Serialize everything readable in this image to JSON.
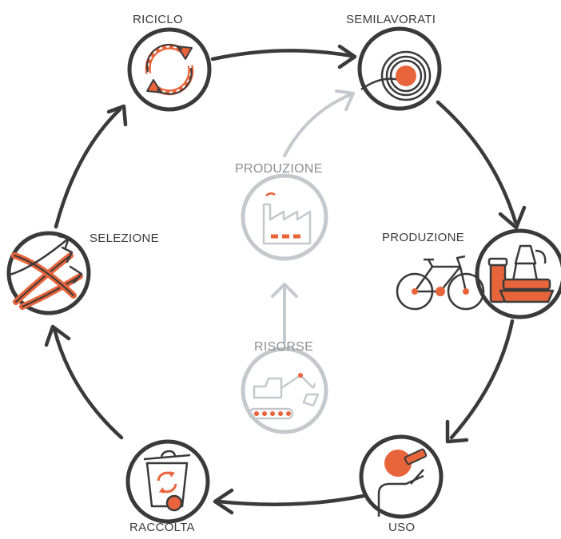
{
  "diagram": {
    "colors": {
      "dark": "#3a3a3a",
      "accent": "#e8643a",
      "faded": "#c5c8cc",
      "faded_text": "#8e8e8e"
    },
    "cycle_stages": [
      {
        "id": "riciclo",
        "label": "RICICLO",
        "icon": "recycle-arrows-icon"
      },
      {
        "id": "semilavorati",
        "label": "SEMILAVORATI",
        "icon": "semi-finished-coil-icon"
      },
      {
        "id": "produzione",
        "label": "PRODUZIONE",
        "icon": "products-bicycle-kitchenware-icon"
      },
      {
        "id": "uso",
        "label": "USO",
        "icon": "person-drinking-icon"
      },
      {
        "id": "raccolta",
        "label": "RACCOLTA",
        "icon": "recycling-bin-icon"
      },
      {
        "id": "selezione",
        "label": "SELEZIONE",
        "icon": "sorting-streams-icon"
      }
    ],
    "linear_stages": [
      {
        "id": "produzione-interna",
        "label": "PRODUZIONE",
        "icon": "factory-icon"
      },
      {
        "id": "risorse",
        "label": "RISORSE",
        "icon": "excavator-icon"
      }
    ]
  }
}
